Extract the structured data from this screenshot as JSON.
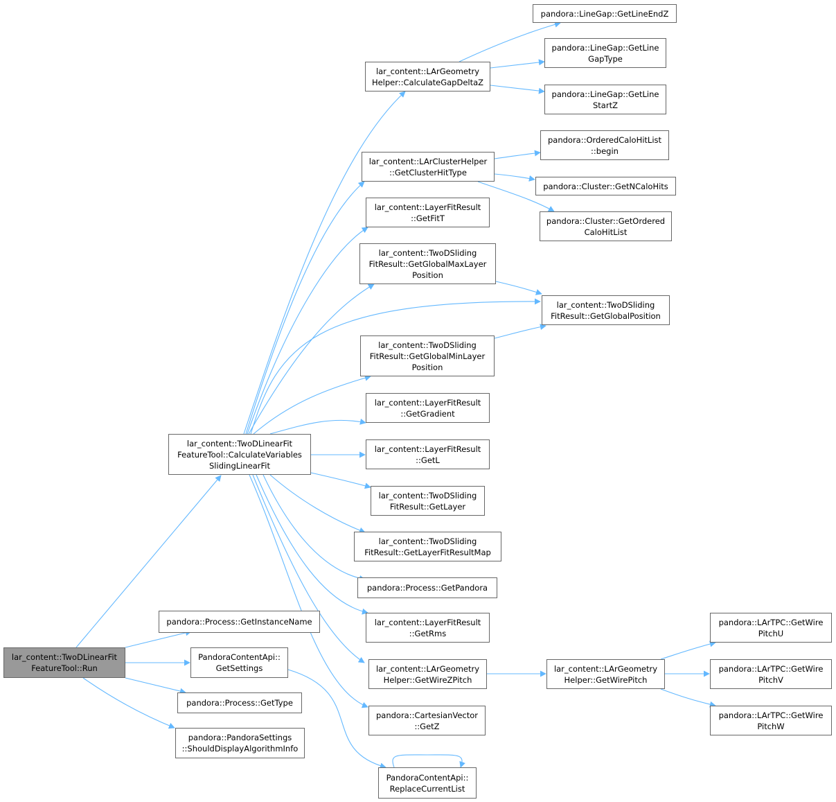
{
  "diagram": {
    "edge_color": "#63b8ff",
    "node_border_color": "#666666",
    "root_fill_color": "#999999",
    "node_fill_color": "#ffffff",
    "nodes": [
      {
        "id": "run",
        "lines": [
          "lar_content::TwoDLinearFit",
          "FeatureTool::Run"
        ],
        "root": true
      },
      {
        "id": "calcvars",
        "lines": [
          "lar_content::TwoDLinearFit",
          "FeatureTool::CalculateVariables",
          "SlidingLinearFit"
        ]
      },
      {
        "id": "getinstancename",
        "lines": [
          "pandora::Process::GetInstanceName"
        ]
      },
      {
        "id": "getsettings",
        "lines": [
          "PandoraContentApi::",
          "GetSettings"
        ]
      },
      {
        "id": "gettype",
        "lines": [
          "pandora::Process::GetType"
        ]
      },
      {
        "id": "shoulddisplay",
        "lines": [
          "pandora::PandoraSettings",
          "::ShouldDisplayAlgorithmInfo"
        ]
      },
      {
        "id": "calcgapdeltaz",
        "lines": [
          "lar_content::LArGeometry",
          "Helper::CalculateGapDeltaZ"
        ]
      },
      {
        "id": "getclusterhittype",
        "lines": [
          "lar_content::LArClusterHelper",
          "::GetClusterHitType"
        ]
      },
      {
        "id": "getfitt",
        "lines": [
          "lar_content::LayerFitResult",
          "::GetFitT"
        ]
      },
      {
        "id": "getglobalmaxlayerpos",
        "lines": [
          "lar_content::TwoDSliding",
          "FitResult::GetGlobalMaxLayer",
          "Position"
        ]
      },
      {
        "id": "getglobalminlayerpos",
        "lines": [
          "lar_content::TwoDSliding",
          "FitResult::GetGlobalMinLayer",
          "Position"
        ]
      },
      {
        "id": "getgradient",
        "lines": [
          "lar_content::LayerFitResult",
          "::GetGradient"
        ]
      },
      {
        "id": "getl",
        "lines": [
          "lar_content::LayerFitResult",
          "::GetL"
        ]
      },
      {
        "id": "getlayer",
        "lines": [
          "lar_content::TwoDSliding",
          "FitResult::GetLayer"
        ]
      },
      {
        "id": "getlayerfitresultmap",
        "lines": [
          "lar_content::TwoDSliding",
          "FitResult::GetLayerFitResultMap"
        ]
      },
      {
        "id": "getpandora",
        "lines": [
          "pandora::Process::GetPandora"
        ]
      },
      {
        "id": "getrms",
        "lines": [
          "lar_content::LayerFitResult",
          "::GetRms"
        ]
      },
      {
        "id": "getwirezpitch",
        "lines": [
          "lar_content::LArGeometry",
          "Helper::GetWireZPitch"
        ]
      },
      {
        "id": "getz",
        "lines": [
          "pandora::CartesianVector",
          "::GetZ"
        ]
      },
      {
        "id": "replacecurrentlist",
        "lines": [
          "PandoraContentApi::",
          "ReplaceCurrentList"
        ]
      },
      {
        "id": "getlineendz",
        "lines": [
          "pandora::LineGap::GetLineEndZ"
        ]
      },
      {
        "id": "getlinegaptype",
        "lines": [
          "pandora::LineGap::GetLine",
          "GapType"
        ]
      },
      {
        "id": "getlinestartz",
        "lines": [
          "pandora::LineGap::GetLine",
          "StartZ"
        ]
      },
      {
        "id": "orderedbegin",
        "lines": [
          "pandora::OrderedCaloHitList",
          "::begin"
        ]
      },
      {
        "id": "getncalohits",
        "lines": [
          "pandora::Cluster::GetNCaloHits"
        ]
      },
      {
        "id": "getorderedcalohitlist",
        "lines": [
          "pandora::Cluster::GetOrdered",
          "CaloHitList"
        ]
      },
      {
        "id": "getglobalposition",
        "lines": [
          "lar_content::TwoDSliding",
          "FitResult::GetGlobalPosition"
        ]
      },
      {
        "id": "getwirepitch",
        "lines": [
          "lar_content::LArGeometry",
          "Helper::GetWirePitch"
        ]
      },
      {
        "id": "getwirepitchu",
        "lines": [
          "pandora::LArTPC::GetWire",
          "PitchU"
        ]
      },
      {
        "id": "getwirepitchv",
        "lines": [
          "pandora::LArTPC::GetWire",
          "PitchV"
        ]
      },
      {
        "id": "getwirepitchw",
        "lines": [
          "pandora::LArTPC::GetWire",
          "PitchW"
        ]
      }
    ],
    "edges": [
      {
        "from": "run",
        "to": "calcvars"
      },
      {
        "from": "run",
        "to": "getinstancename"
      },
      {
        "from": "run",
        "to": "getsettings"
      },
      {
        "from": "run",
        "to": "gettype"
      },
      {
        "from": "run",
        "to": "shoulddisplay"
      },
      {
        "from": "calcvars",
        "to": "calcgapdeltaz"
      },
      {
        "from": "calcvars",
        "to": "getclusterhittype"
      },
      {
        "from": "calcvars",
        "to": "getfitt"
      },
      {
        "from": "calcvars",
        "to": "getglobalmaxlayerpos"
      },
      {
        "from": "calcvars",
        "to": "getglobalposition"
      },
      {
        "from": "calcvars",
        "to": "getglobalminlayerpos"
      },
      {
        "from": "calcvars",
        "to": "getgradient"
      },
      {
        "from": "calcvars",
        "to": "getl"
      },
      {
        "from": "calcvars",
        "to": "getlayer"
      },
      {
        "from": "calcvars",
        "to": "getlayerfitresultmap"
      },
      {
        "from": "calcvars",
        "to": "getpandora"
      },
      {
        "from": "calcvars",
        "to": "getrms"
      },
      {
        "from": "calcvars",
        "to": "getwirezpitch"
      },
      {
        "from": "calcvars",
        "to": "getz"
      },
      {
        "from": "getsettings",
        "to": "replacecurrentlist"
      },
      {
        "from": "replacecurrentlist",
        "to": "replacecurrentlist"
      },
      {
        "from": "calcgapdeltaz",
        "to": "getlineendz"
      },
      {
        "from": "calcgapdeltaz",
        "to": "getlinegaptype"
      },
      {
        "from": "calcgapdeltaz",
        "to": "getlinestartz"
      },
      {
        "from": "getclusterhittype",
        "to": "orderedbegin"
      },
      {
        "from": "getclusterhittype",
        "to": "getncalohits"
      },
      {
        "from": "getclusterhittype",
        "to": "getorderedcalohitlist"
      },
      {
        "from": "getglobalmaxlayerpos",
        "to": "getglobalposition"
      },
      {
        "from": "getglobalminlayerpos",
        "to": "getglobalposition"
      },
      {
        "from": "getwirezpitch",
        "to": "getwirepitch"
      },
      {
        "from": "getwirepitch",
        "to": "getwirepitchu"
      },
      {
        "from": "getwirepitch",
        "to": "getwirepitchv"
      },
      {
        "from": "getwirepitch",
        "to": "getwirepitchw"
      }
    ]
  }
}
